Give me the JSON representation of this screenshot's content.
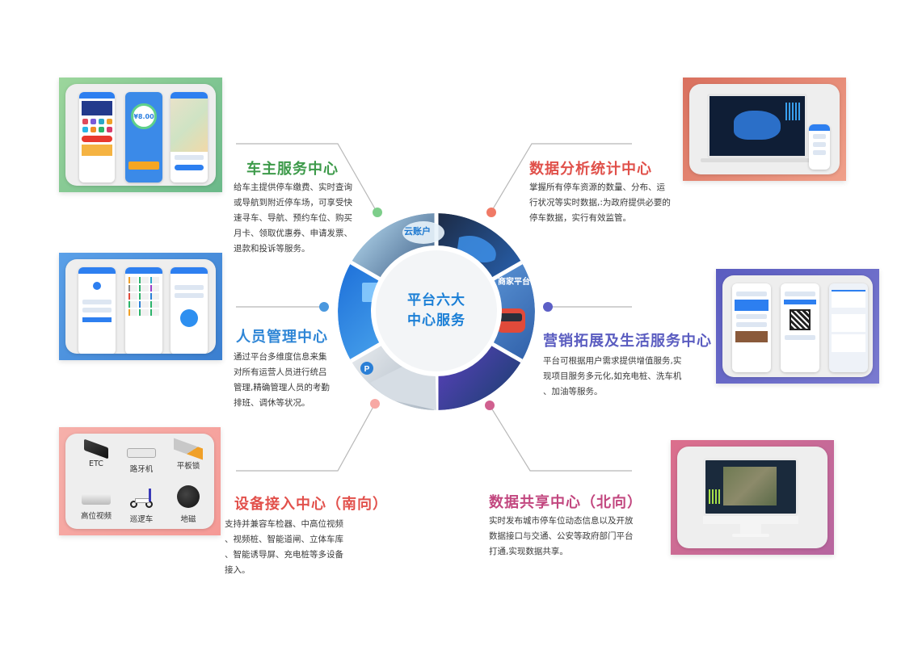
{
  "center": {
    "line1": "平台六大",
    "line2": "中心服务"
  },
  "wheel_labels": {
    "cloud_account": "云账户",
    "merchant_platform": "商家平台"
  },
  "sections": [
    {
      "id": "owner",
      "title": "车主服务中心",
      "color": "#3d9a4a",
      "dot_color": "#7dce8a",
      "frame_color": "#8fc98f",
      "description": "给车主提供停车缴费、实时查询或导航到附近停车场，可享受快速寻车、导航、预约车位、购买月卡、领取优惠券、申请发票、退款和投诉等服务。",
      "lines": [
        "给车主提供停车缴费、实时查询",
        "或导航到附近停车场，可享受快",
        "速寻车、导航、预约车位、购买",
        "月卡、领取优惠券、申请发票、",
        "退款和投诉等服务。"
      ],
      "thumb_values": {
        "amount": "¥8.00"
      }
    },
    {
      "id": "data-analysis",
      "title": "数据分析统计中心",
      "color": "#e0504a",
      "dot_color": "#f07a66",
      "frame_color": "#e48a74",
      "lines": [
        "掌握所有停车资源的数量、分布、运",
        "行状况等实时数据,:为政府提供必要的",
        "停车数据，实行有效监管。"
      ]
    },
    {
      "id": "staff",
      "title": "人员管理中心",
      "color": "#2f86d6",
      "dot_color": "#4a98de",
      "frame_color": "#4a8fd8",
      "lines": [
        "通过平台多维度信息来集",
        "对所有运营人员进行统吕",
        "管理,精确管理人员的考勤",
        "排班、调休等状况。"
      ]
    },
    {
      "id": "marketing",
      "title": "营销拓展及生活服务中心",
      "color": "#5a5cc0",
      "dot_color": "#5c5fc6",
      "frame_color": "#6668c2",
      "lines": [
        "平台可根据用户需求提供增值服务,实",
        "现项目服务多元化,如充电桩、洗车机",
        "、加油等服务。"
      ]
    },
    {
      "id": "device",
      "title": "设备接入中心（南向）",
      "color": "#e2514c",
      "dot_color": "#f7a8a4",
      "frame_color": "#f4aaa6",
      "lines": [
        "支持并兼容车检器、中高位视频",
        "、视频桩、智能道闸、立体车库",
        "、智能诱导屏、充电桩等多设备",
        "接入。"
      ],
      "devices": [
        "ETC",
        "路牙机",
        "平板锁",
        "高位视频",
        "巡逻车",
        "地磁"
      ]
    },
    {
      "id": "data-share",
      "title": "数据共享中心（北向）",
      "color": "#c2477f",
      "dot_color": "#d0608f",
      "frame_color": "#cc6a92",
      "lines": [
        "实时发布城市停车位动态信息以及开放",
        "数据接口与交通、公安等政府部门平台",
        "打通,实现数据共享。"
      ]
    }
  ]
}
